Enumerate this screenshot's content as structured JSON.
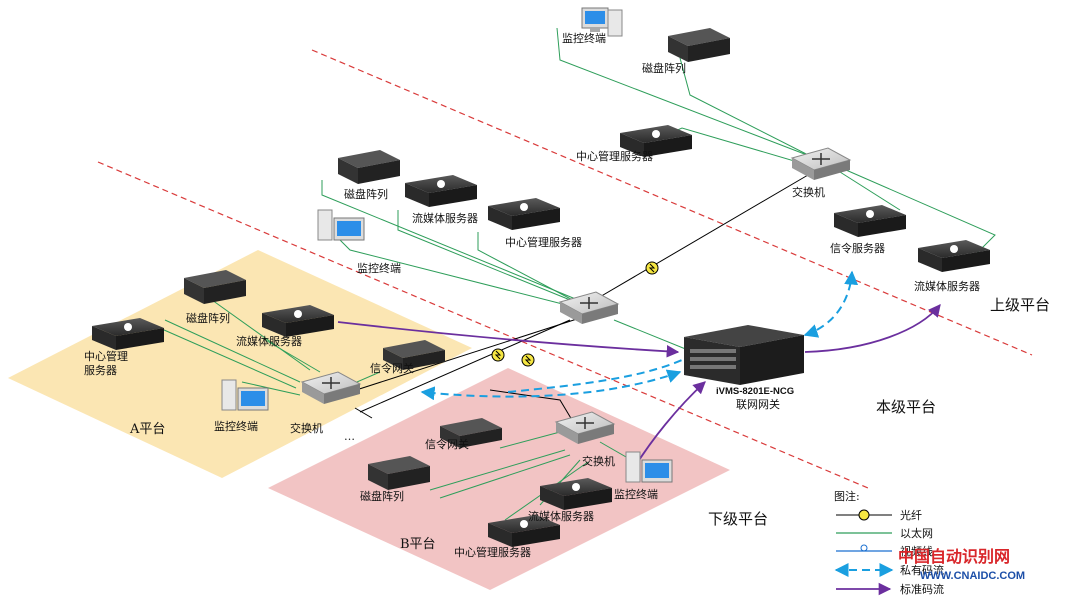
{
  "zones": {
    "upper": "上级平台",
    "local": "本级平台",
    "lower": "下级平台",
    "a": "A平台",
    "b": "B平台"
  },
  "upper": {
    "monitor": "监控终端",
    "disk": "磁盘阵列",
    "cms": "中心管理服务器",
    "switch": "交换机",
    "sig": "信令服务器",
    "stream": "流媒体服务器"
  },
  "local": {
    "disk": "磁盘阵列",
    "stream": "流媒体服务器",
    "cms": "中心管理服务器",
    "monitor": "监控终端"
  },
  "a": {
    "disk": "磁盘阵列",
    "cms_l1": "中心管理",
    "cms_l2": "服务器",
    "stream": "流媒体服务器",
    "gateway": "信令网关",
    "monitor": "监控终端",
    "switch": "交换机",
    "dots": "…"
  },
  "b": {
    "gateway": "信令网关",
    "switch": "交换机",
    "monitor": "监控终端",
    "disk": "磁盘阵列",
    "stream": "流媒体服务器",
    "cms": "中心管理服务器"
  },
  "gateway_device": {
    "model": "iVMS-8201E-NCG",
    "name": "联网网关"
  },
  "legend": {
    "title": "图注:",
    "items": [
      {
        "label": "光纤",
        "color": "#000000"
      },
      {
        "label": "以太网",
        "color": "#2e9e5a"
      },
      {
        "label": "视频线",
        "color": "#1a6fd0"
      },
      {
        "label": "私有码流",
        "color": "#1a9fe0"
      },
      {
        "label": "标准码流",
        "color": "#6b2f9e"
      }
    ]
  },
  "watermark": {
    "cn": "中国自动识别网",
    "url": "WWW.CNAIDC.COM"
  },
  "colors": {
    "zone_a": "#fbe6b3",
    "zone_b": "#f2c4c4",
    "ethernet": "#2e9e5a",
    "fiber": "#000000",
    "private_stream": "#1a9fe0",
    "standard_stream": "#6b2f9e",
    "divider": "#d93a3a"
  }
}
